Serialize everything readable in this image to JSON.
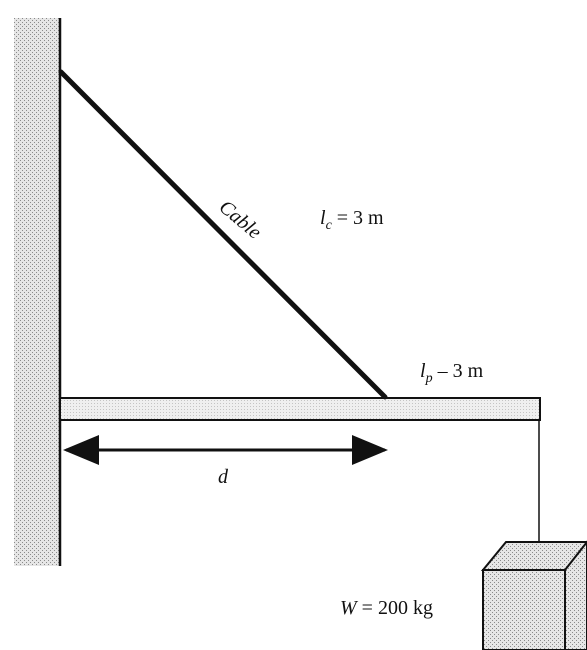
{
  "labels": {
    "cable": "Cable",
    "lc_sym": "l",
    "lc_sub": "c",
    "lc_val": " = 3 m",
    "lp_sym": "l",
    "lp_sub": "p",
    "lp_val": " – 3 m",
    "d": "d",
    "w_sym": "W",
    "w_val": " = 200 kg"
  },
  "colors": {
    "ink": "#111111",
    "hatch_light": "#e8e8e8",
    "hatch_dark": "#9a9a9a",
    "beam_fill": "#ececec"
  }
}
